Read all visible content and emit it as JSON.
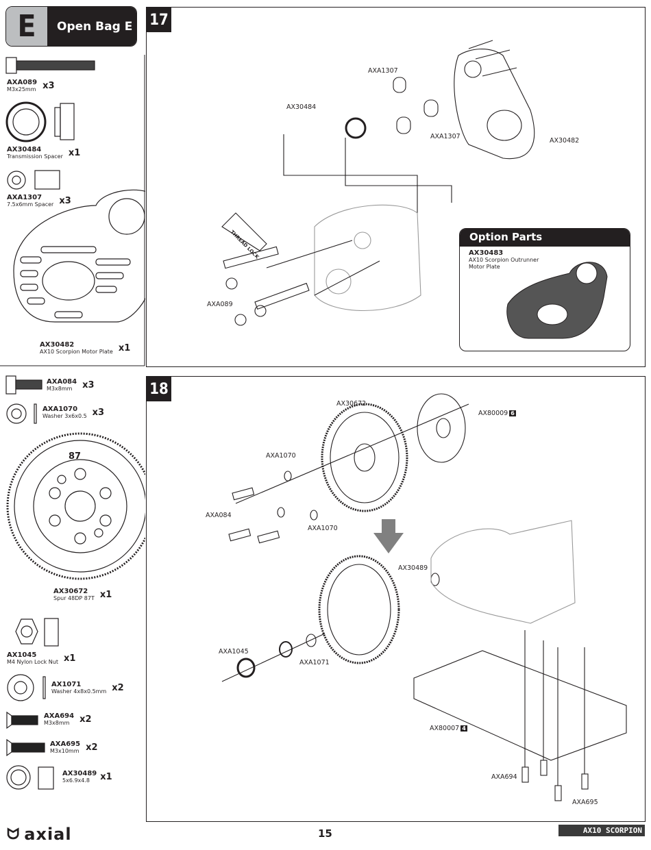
{
  "bag": {
    "letter": "E",
    "title": "Open Bag E"
  },
  "parts_top": [
    {
      "pn": "AXA089",
      "desc": "M3x25mm",
      "qty": "x3"
    },
    {
      "pn": "AX30484",
      "desc": "Transmission Spacer",
      "qty": "x1"
    },
    {
      "pn": "AXA1307",
      "desc": "7.5x6mm Spacer",
      "qty": "x3"
    },
    {
      "pn": "AX30482",
      "desc": "AX10 Scorpion Motor Plate",
      "qty": "x1"
    }
  ],
  "parts_bottom": [
    {
      "pn": "AXA084",
      "desc": "M3x8mm",
      "qty": "x3"
    },
    {
      "pn": "AXA1070",
      "desc": "Washer 3x6x0.5",
      "qty": "x3"
    },
    {
      "pn": "AX30672",
      "desc": "Spur 48DP 87T",
      "qty": "x1",
      "gear_label": "87"
    },
    {
      "pn": "AX1045",
      "desc": "M4 Nylon Lock Nut",
      "qty": "x1"
    },
    {
      "pn": "AX1071",
      "desc": "Washer 4x8x0.5mm",
      "qty": "x2"
    },
    {
      "pn": "AXA694",
      "desc": "M3x8mm",
      "qty": "x2"
    },
    {
      "pn": "AXA695",
      "desc": "M3x10mm",
      "qty": "x2"
    },
    {
      "pn": "AX30489",
      "desc": "5x6.9x4.8",
      "qty": "x1"
    }
  ],
  "step17": {
    "number": "17",
    "labels": {
      "axa1307_a": "AXA1307",
      "ax30484": "AX30484",
      "axa1307_b": "AXA1307",
      "ax30482": "AX30482",
      "axa089": "AXA089"
    },
    "thread_lock": "THREAD LOCK",
    "option": {
      "title": "Option Parts",
      "pn": "AX30483",
      "desc": "AX10 Scorpion Outrunner Motor Plate"
    }
  },
  "step18": {
    "number": "18",
    "labels": {
      "ax30672": "AX30672",
      "ax80009": "AX80009",
      "ax80009_ref": "6",
      "axa1070_a": "AXA1070",
      "axa084": "AXA084",
      "axa1070_b": "AXA1070",
      "ax30489": "AX30489",
      "axa1045": "AXA1045",
      "axa1071": "AXA1071",
      "ax80007": "AX80007",
      "ax80007_ref": "4",
      "axa694": "AXA694",
      "axa695": "AXA695"
    }
  },
  "footer": {
    "brand": "axial",
    "page": "15",
    "product_logo": "AX10 SCORPION"
  }
}
